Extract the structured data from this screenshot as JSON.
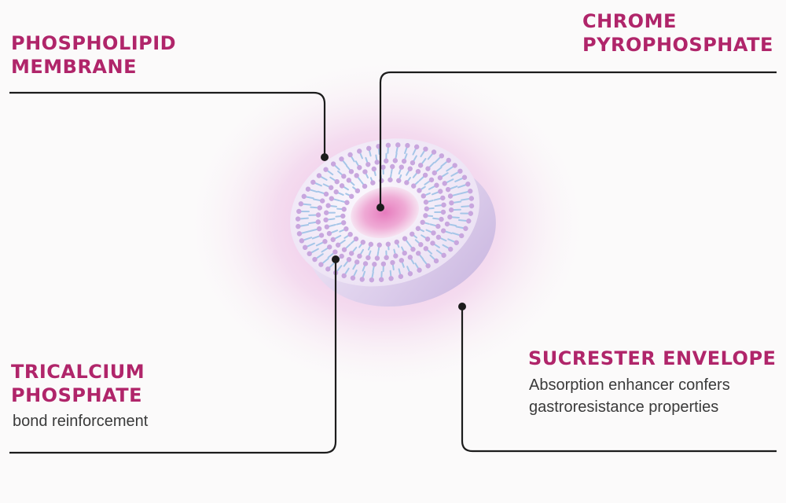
{
  "colors": {
    "accent": "#b0256a",
    "text": "#3a3a3a",
    "leader": "#1c1c1c",
    "glow": "#e6a9dc",
    "particle": "#f1e9f7",
    "core": "#e685c0",
    "heads": "#c8a6de",
    "tails": "#a6c6e8"
  },
  "labels": {
    "phospholipid": {
      "title": "PHOSPHOLIPID\nMEMBRANE"
    },
    "chrome": {
      "title": "CHROME\nPYROPHOSPHATE"
    },
    "tricalcium": {
      "title": "TRICALCIUM\nPHOSPHATE",
      "desc": "bond reinforcement"
    },
    "sucrester": {
      "title": "SUCRESTER ENVELOPE",
      "desc": "Absorption enhancer confers\ngastroresistance properties"
    }
  }
}
